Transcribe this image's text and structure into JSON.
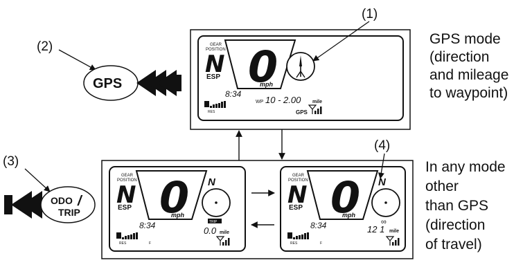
{
  "callouts": {
    "c1": "(1)",
    "c2": "(2)",
    "c3": "(3)",
    "c4": "(4)"
  },
  "buttons": {
    "gps": "GPS",
    "odo_line1": "ODO",
    "odo_slash": "/",
    "odo_line2": "TRIP"
  },
  "descriptions": {
    "gps_mode": [
      "GPS mode",
      "(direction",
      "and mileage",
      "to waypoint)"
    ],
    "other_mode": [
      "In any mode",
      "other",
      "than GPS",
      "(direction",
      "of travel)"
    ]
  },
  "display_gps": {
    "gear_label_1": "GEAR",
    "gear_label_2": "POSITION",
    "gear": "N",
    "esp": "ESP",
    "speed": "0",
    "unit": "mph",
    "clock": "8:34",
    "wp_label": "WP",
    "wp_value": "10 - 2.00",
    "wp_unit": "mile",
    "gps_label": "GPS",
    "fuel_label": "RES"
  },
  "display_left": {
    "gear_label_1": "GEAR",
    "gear_label_2": "POSITION",
    "gear": "N",
    "esp": "ESP",
    "speed": "0",
    "unit": "mph",
    "compass": "N",
    "clock": "8:34",
    "trip_tag": "TRIP",
    "trip_value": "0.0",
    "trip_unit": "mile",
    "fuel_label": "RES",
    "fuel_full": "F"
  },
  "display_right": {
    "gear_label_1": "GEAR",
    "gear_label_2": "POSITION",
    "gear": "N",
    "esp": "ESP",
    "speed": "0",
    "unit": "mph",
    "compass": "N",
    "clock": "8:34",
    "odo_symbol": "∞",
    "odo_value": "12 1",
    "odo_unit": "mile",
    "fuel_label": "RES",
    "fuel_full": "F"
  }
}
